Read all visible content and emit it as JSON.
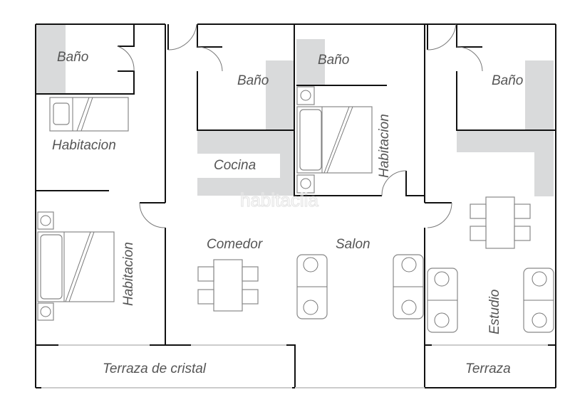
{
  "plan": {
    "rooms": [
      {
        "id": "bano-1",
        "label": "Baño"
      },
      {
        "id": "habitacion-1",
        "label": "Habitacion"
      },
      {
        "id": "habitacion-2",
        "label": "Habitacion"
      },
      {
        "id": "bano-2",
        "label": "Baño"
      },
      {
        "id": "cocina",
        "label": "Cocina"
      },
      {
        "id": "bano-3",
        "label": "Baño"
      },
      {
        "id": "habitacion-3",
        "label": "Habitacion"
      },
      {
        "id": "bano-4",
        "label": "Baño"
      },
      {
        "id": "comedor",
        "label": "Comedor"
      },
      {
        "id": "salon",
        "label": "Salon"
      },
      {
        "id": "estudio",
        "label": "Estudio"
      },
      {
        "id": "terraza-cristal",
        "label": "Terraza de cristal"
      },
      {
        "id": "terraza",
        "label": "Terraza"
      }
    ],
    "watermark": "habitaclia",
    "colors": {
      "wall": "#111111",
      "shade": "#d9dadb",
      "label": "#555555",
      "furniture": "#888888"
    }
  }
}
